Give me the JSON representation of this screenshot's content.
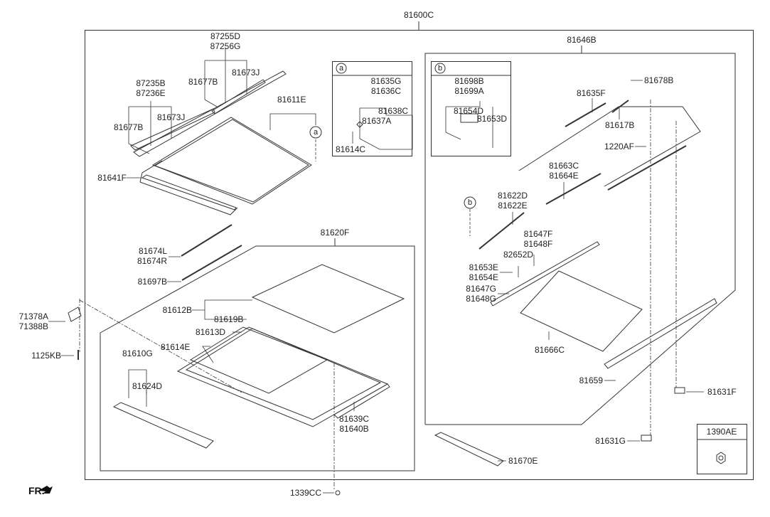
{
  "diagram": {
    "title_part": "81600C",
    "direction_indicator": "FR.",
    "groups": {
      "outer_assembly": "81600C",
      "panel_assembly": "81620F",
      "mechanism_assembly": "81646B"
    },
    "insets": {
      "a": {
        "marker": "a",
        "parts": [
          "81635G",
          "81636C",
          "81638C",
          "81637A",
          "81614C"
        ]
      },
      "b": {
        "marker": "b",
        "parts": [
          "81698B",
          "81699A",
          "81654D",
          "81653D"
        ]
      },
      "nut": {
        "title": "1390AE"
      }
    },
    "labels": {
      "p87255D": "87255D",
      "p87256G": "87256G",
      "p81677B_1": "81677B",
      "p81673J_1": "81673J",
      "p87235B": "87235B",
      "p87236E": "87236E",
      "p81673J_2": "81673J",
      "p81677B_2": "81677B",
      "p81611E": "81611E",
      "marker_a": "a",
      "p81641F": "81641F",
      "p81674L": "81674L",
      "p81674R": "81674R",
      "p81697B": "81697B",
      "p81620F": "81620F",
      "p81612B": "81612B",
      "p81619B": "81619B",
      "p81613D": "81613D",
      "p81614E": "81614E",
      "p81610G": "81610G",
      "p81624D": "81624D",
      "p81639C": "81639C",
      "p81640B": "81640B",
      "p71378A": "71378A",
      "p71388B": "71388B",
      "p1125KB": "1125KB",
      "p1339CC": "1339CC",
      "p81646B": "81646B",
      "p81678B": "81678B",
      "p81635F": "81635F",
      "p81617B": "81617B",
      "p1220AF": "1220AF",
      "p81663C": "81663C",
      "p81664E": "81664E",
      "p81622D": "81622D",
      "p81622E": "81622E",
      "marker_b": "b",
      "p81647F": "81647F",
      "p81648F": "81648F",
      "p82652D": "82652D",
      "p81653E": "81653E",
      "p81654E": "81654E",
      "p81647G": "81647G",
      "p81648G": "81648G",
      "p81666C": "81666C",
      "p81659": "81659",
      "p81631F": "81631F",
      "p81631G": "81631G",
      "p81670E": "81670E"
    }
  }
}
